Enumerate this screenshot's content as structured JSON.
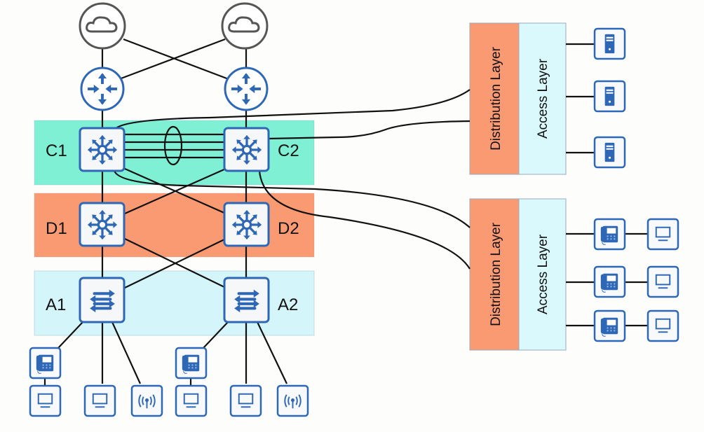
{
  "colors": {
    "core": "#7ff0d4",
    "distribution": "#fa9a72",
    "access": "#d4f6fa",
    "device_blue": "#2e67b6",
    "cloud_gray": "#555555",
    "link": "#111111"
  },
  "layers": {
    "core_nodes": [
      "C1",
      "C2"
    ],
    "distribution_nodes": [
      "D1",
      "D2"
    ],
    "access_nodes": [
      "A1",
      "A2"
    ]
  },
  "blocks": [
    {
      "distribution_label": "Distribution Layer",
      "access_label": "Access Layer",
      "endpoints": [
        "server",
        "server",
        "server"
      ]
    },
    {
      "distribution_label": "Distribution Layer",
      "access_label": "Access Layer",
      "endpoints": [
        "phone+pc",
        "phone+pc",
        "phone+pc"
      ]
    }
  ],
  "access_endpoints": {
    "A1": [
      "phone",
      "pc",
      "pc",
      "wireless-ap"
    ],
    "A2": [
      "phone",
      "pc",
      "pc",
      "wireless-ap"
    ]
  }
}
